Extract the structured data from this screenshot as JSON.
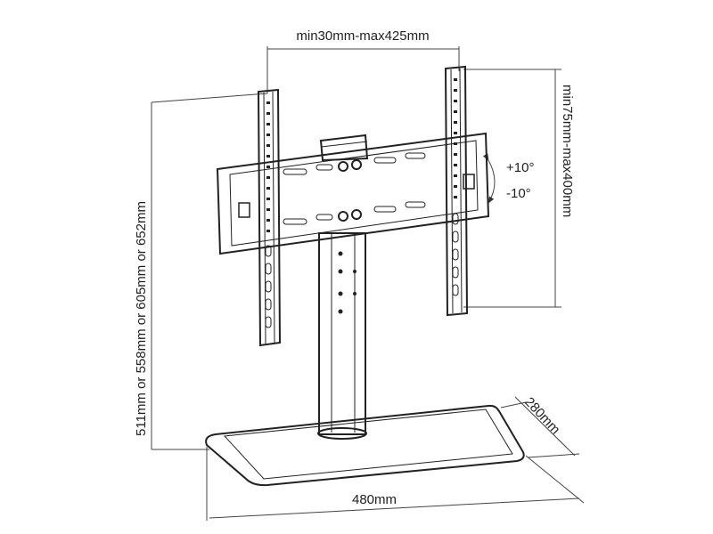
{
  "dimensions": {
    "top_width": "min30mm-max425mm",
    "right_height": "min75mm-max400mm",
    "left_height": "511mm or 558mm or 605mm or 652mm",
    "base_width": "480mm",
    "base_depth": "280mm"
  },
  "tilt": {
    "up": "+10°",
    "down": "-10°"
  },
  "colors": {
    "line": "#222222",
    "background": "#ffffff"
  }
}
